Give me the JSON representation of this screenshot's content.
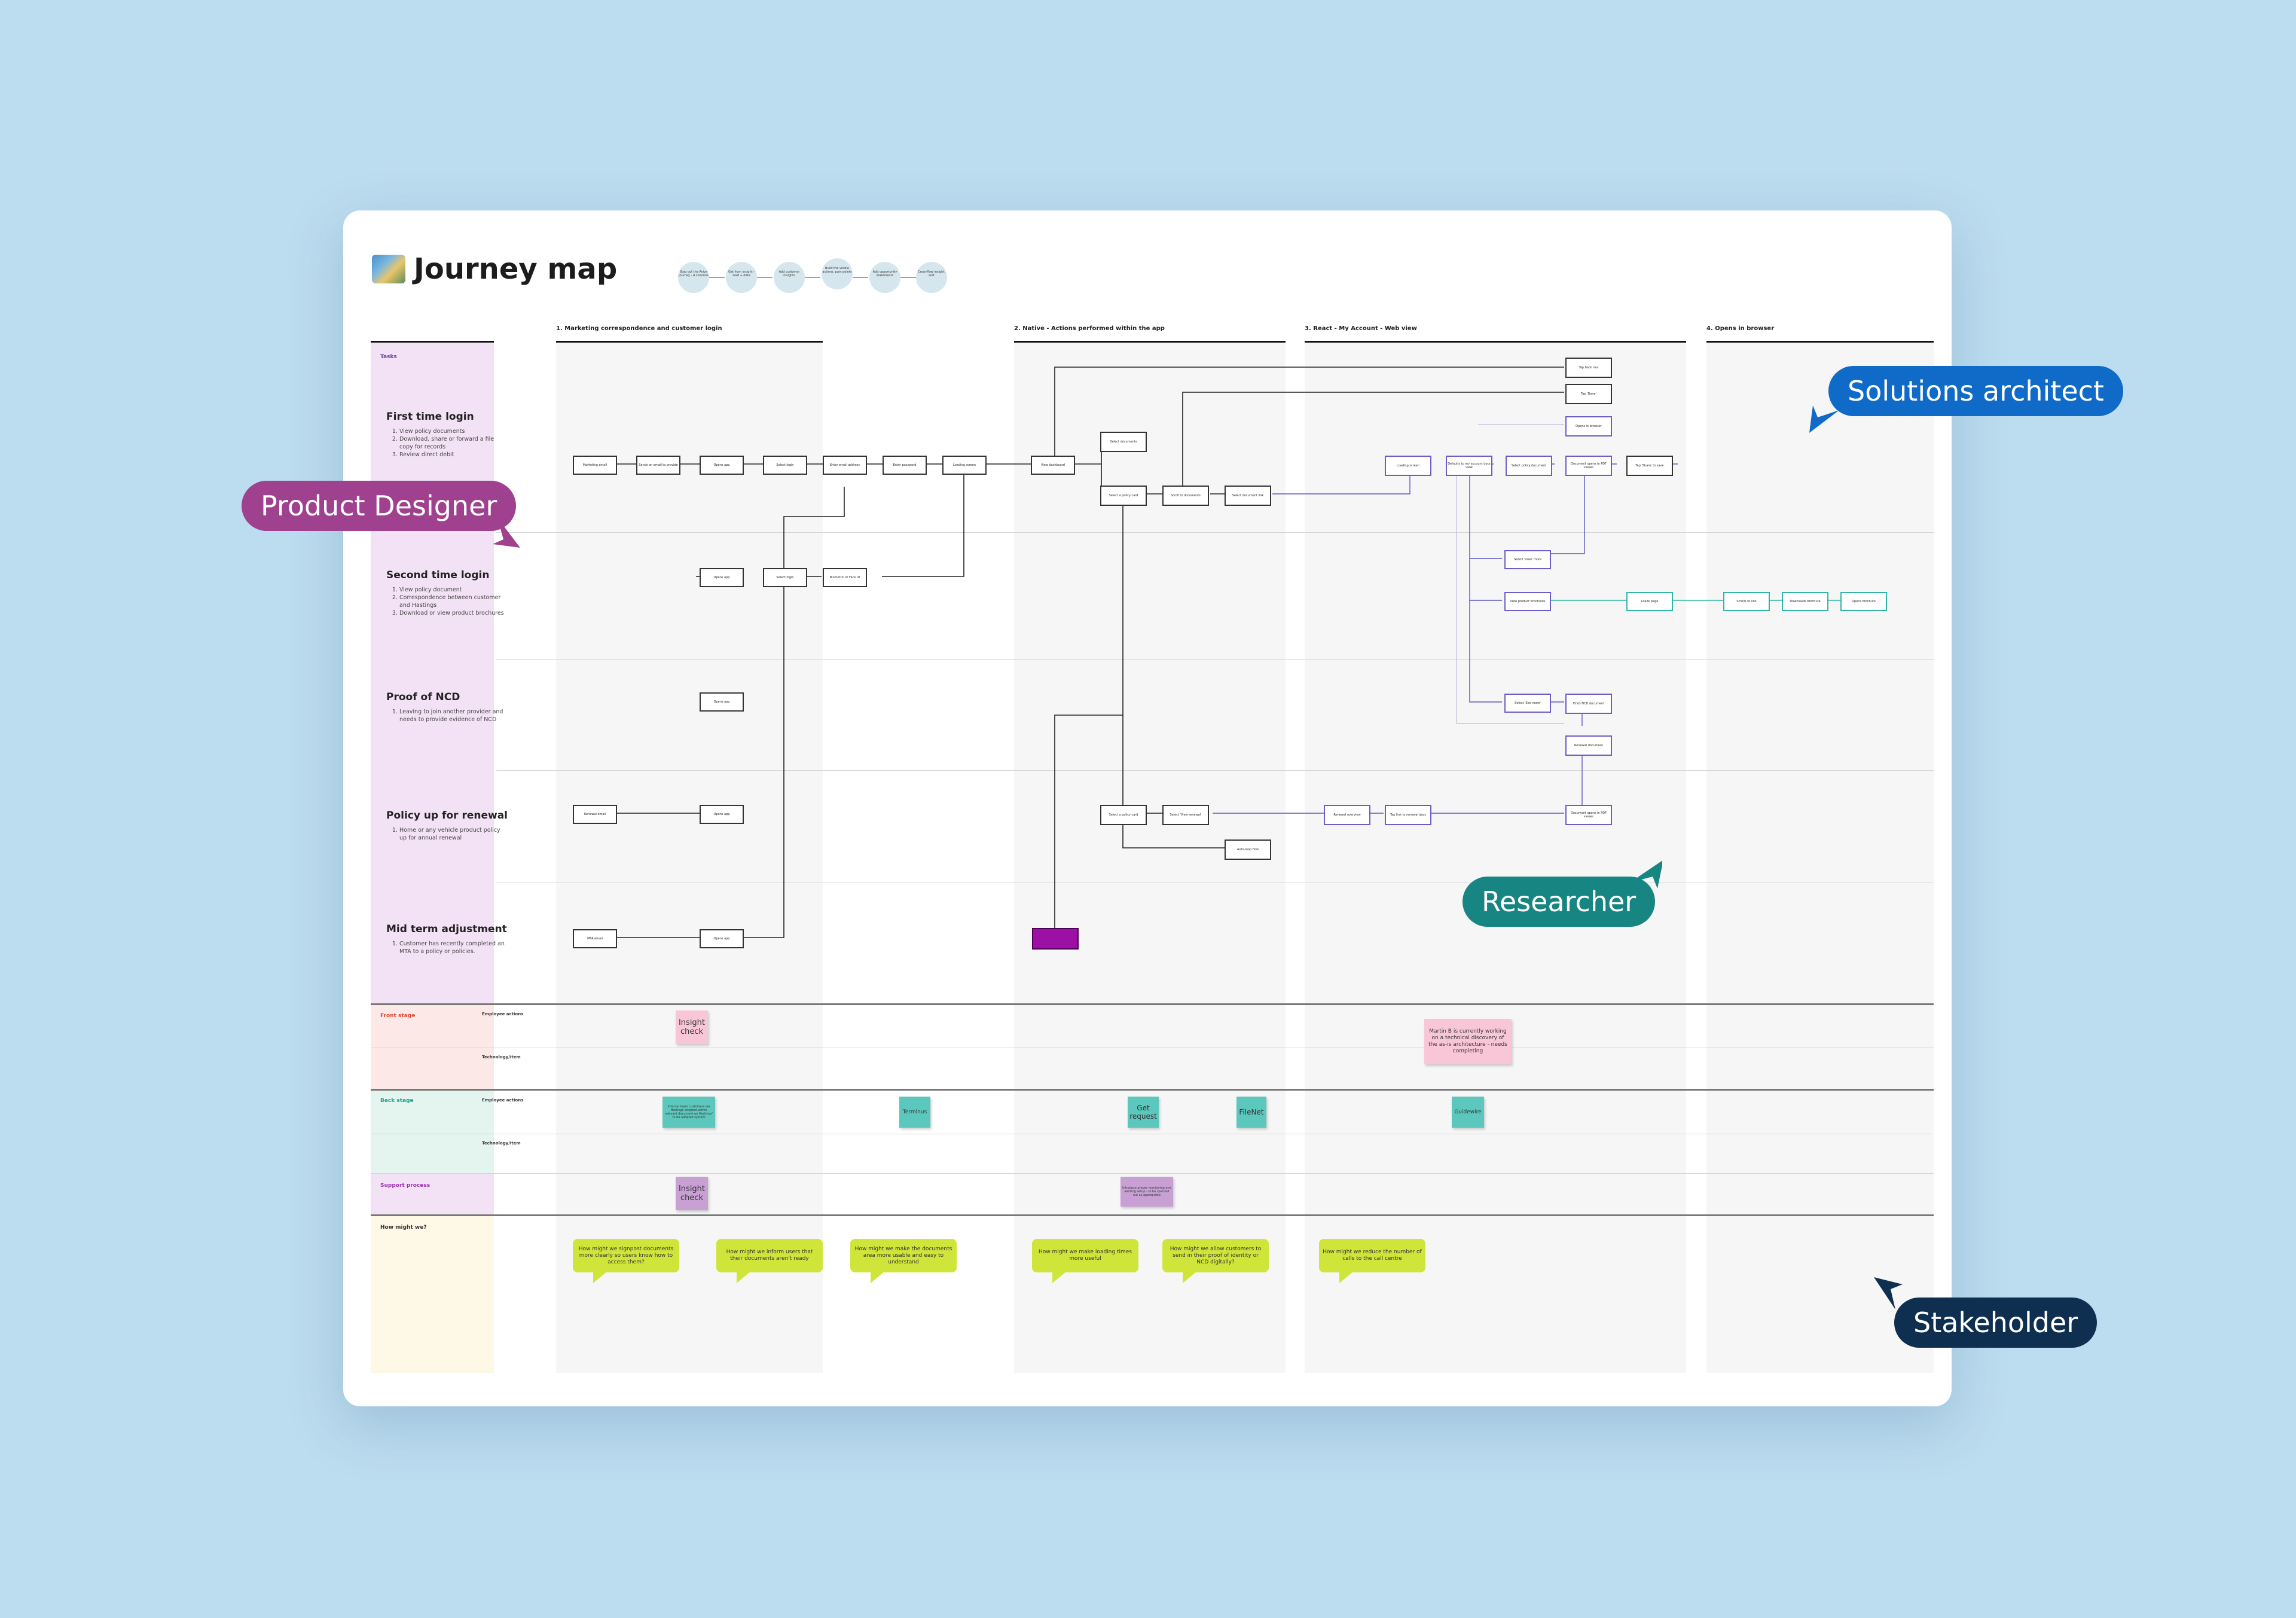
{
  "board": {
    "title": "Journey map",
    "mini_flow": [
      "Step out the Aviva journey - 4 columns",
      "Get from insight - lead + data",
      "Add customer insights",
      "Build the visible actions, pain points",
      "Add opportunity statements",
      "Cross-flow insight, sort"
    ],
    "columns": [
      "1. Marketing correspondence and customer login",
      "2. Native - Actions performed within the app",
      "3. React - My Account - Web view",
      "4. Opens in browser"
    ],
    "tasks_label": "Tasks",
    "tasks": [
      {
        "title": "First time login",
        "items": [
          "View policy documents",
          "Download, share or forward a file copy for records",
          "Review direct debit"
        ]
      },
      {
        "title": "Second time login",
        "items": [
          "View policy document",
          "Correspondence between customer and Hastings",
          "Download or view product brochures"
        ]
      },
      {
        "title": "Proof of NCD",
        "items": [
          "Leaving to join another provider and needs to provide evidence of NCD"
        ]
      },
      {
        "title": "Policy up for renewal",
        "items": [
          "Home or any vehicle product policy up for annual renewal"
        ]
      },
      {
        "title": "Mid term adjustment",
        "items": [
          "Customer has recently completed an MTA to a policy or policies."
        ]
      }
    ],
    "lanes": {
      "front_stage": "Front stage",
      "back_stage": "Back stage",
      "support_process": "Support process",
      "how_might_we": "How might we?",
      "employee_actions": "Employee actions",
      "technology_item": "Technology/item"
    },
    "stickies": {
      "insight_check_1": "Insight check",
      "martin_note": "Martin B is currently working on a technical discovery of the as-is architecture - needs completing",
      "back_note_1": "Internal team customers via Hastings adopted within relevant document on Hastings' to be adopted system",
      "terminus": "Terminus",
      "get_request": "Get request",
      "filenet": "FileNet",
      "guidewire": "Guidewire",
      "insight_check_2": "Insight check",
      "support_note": "Introduce proper monitoring and alerting setup - to be specced out as appropriate"
    },
    "hmw": [
      "How might we signpost documents more clearly so users know how to access them?",
      "How might we inform users that their documents aren't ready",
      "How might we make the documents area more usable and easy to understand",
      "How might we make loading times more useful",
      "How might we allow customers to send in their proof of identity or NCD digitally?",
      "How might we reduce the number of calls to the call centre"
    ]
  },
  "collaborators": [
    {
      "name": "Product Designer",
      "color": "#a0418f"
    },
    {
      "name": "Solutions architect",
      "color": "#0f6ac8"
    },
    {
      "name": "Researcher",
      "color": "#178581"
    },
    {
      "name": "Stakeholder",
      "color": "#0f2f50"
    }
  ],
  "colors": {
    "background": "#bcdcef",
    "tasks_lane": "#f3e2f5",
    "front_stage": "#fde8e8",
    "back_stage": "#e4f4ef",
    "support_process": "#f3e2f5",
    "how_might_we": "#fdf9e6",
    "hmw_bubble": "#cfe53a",
    "teal_sticky": "#5bc7bd",
    "pink_sticky": "#f8c6d6",
    "purple_sticky": "#c8a0d4"
  }
}
